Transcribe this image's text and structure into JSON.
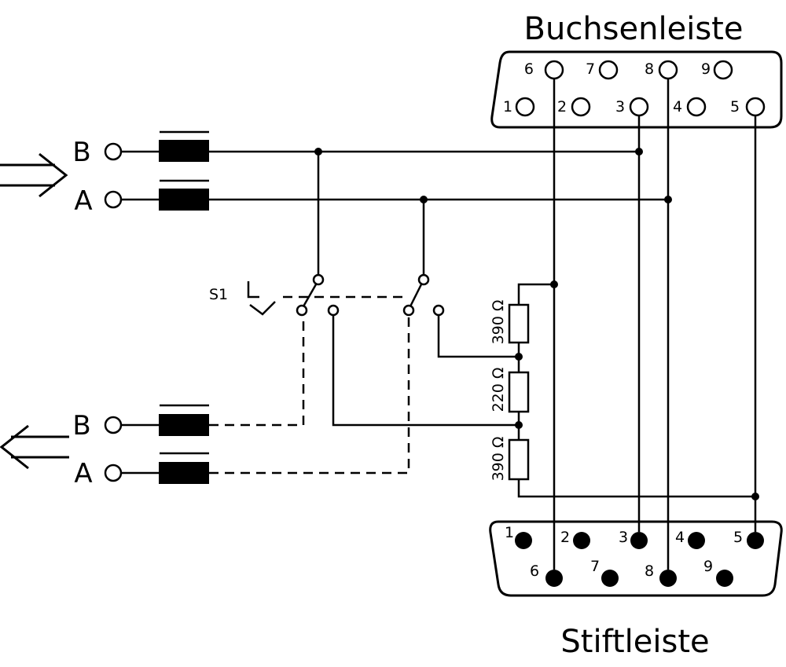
{
  "connectors": {
    "top_label": "Buchsenleiste",
    "bottom_label": "Stiftleiste",
    "top_pins": [
      "1",
      "2",
      "3",
      "4",
      "5",
      "6",
      "7",
      "8",
      "9"
    ],
    "bottom_pins": [
      "1",
      "2",
      "3",
      "4",
      "5",
      "6",
      "7",
      "8",
      "9"
    ]
  },
  "inputs": {
    "terminal_b": "B",
    "terminal_a": "A"
  },
  "outputs": {
    "terminal_b": "B",
    "terminal_a": "A"
  },
  "switch": {
    "label": "S1"
  },
  "resistors": {
    "r1": "390 Ω",
    "r2": "220 Ω",
    "r3": "390 Ω"
  }
}
